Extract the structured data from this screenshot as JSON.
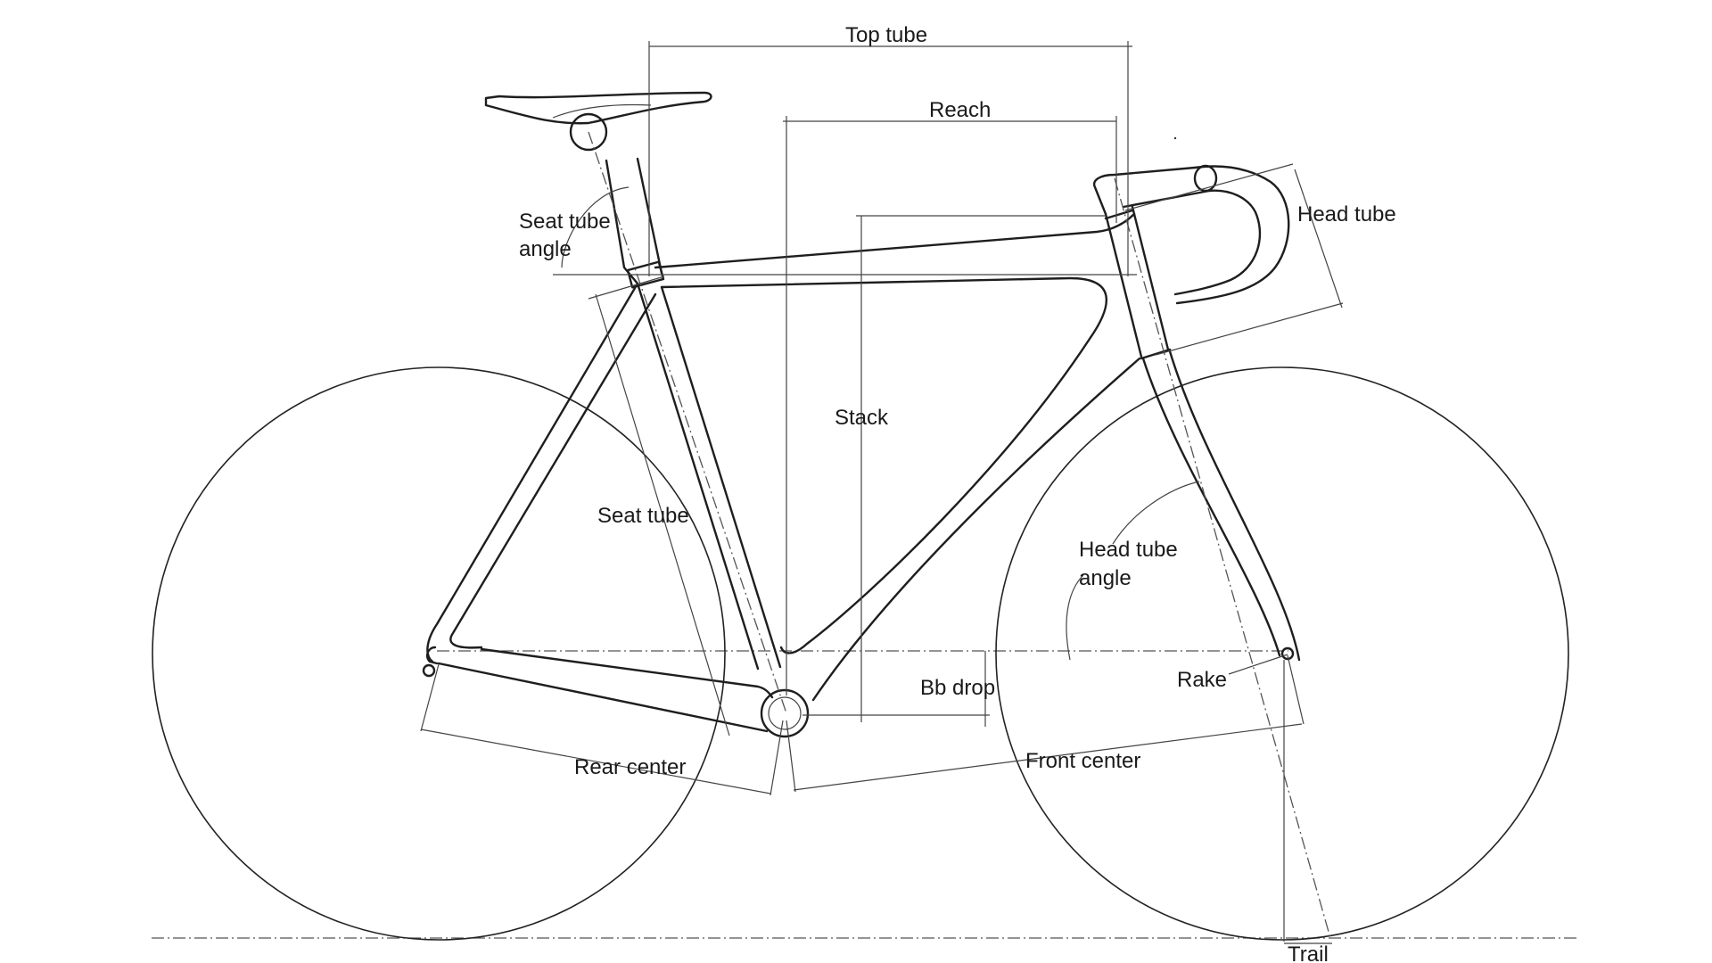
{
  "labels": {
    "top_tube": "Top tube",
    "reach": "Reach",
    "head_tube": "Head tube",
    "seat_tube_angle_1": "Seat tube",
    "seat_tube_angle_2": "angle",
    "stack": "Stack",
    "seat_tube": "Seat tube",
    "head_tube_angle_1": "Head tube",
    "head_tube_angle_2": "angle",
    "bb_drop": "Bb drop",
    "rake": "Rake",
    "rear_center": "Rear center",
    "front_center": "Front center",
    "trail": "Trail"
  },
  "colors": {
    "line": "#1e1e1e",
    "dimension": "#444444",
    "background": "#ffffff"
  }
}
